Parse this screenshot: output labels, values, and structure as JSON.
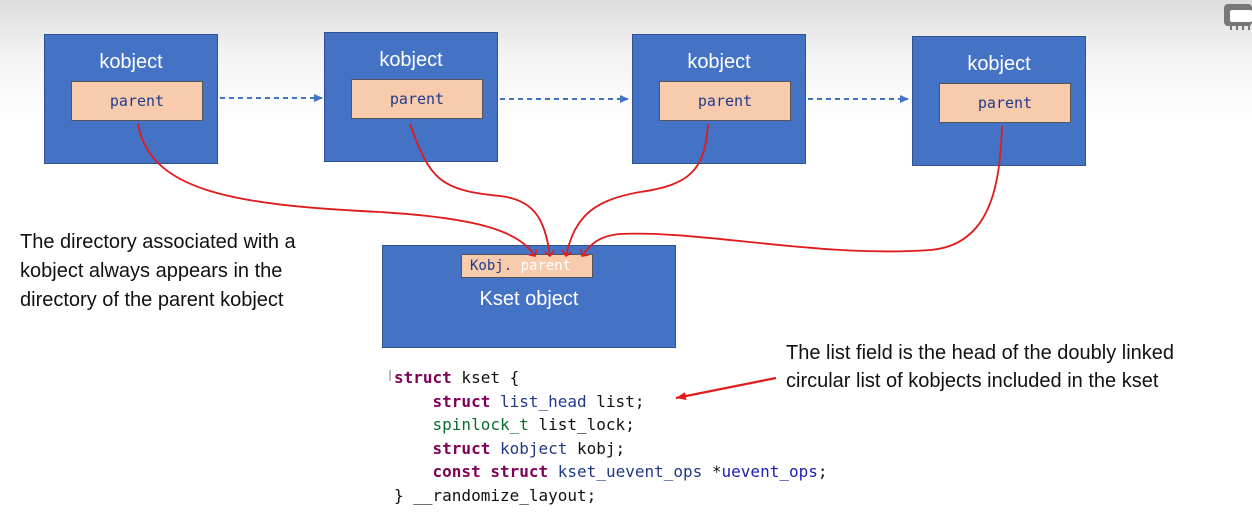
{
  "kobjects": [
    {
      "title": "kobject",
      "field": "parent"
    },
    {
      "title": "kobject",
      "field": "parent"
    },
    {
      "title": "kobject",
      "field": "parent"
    },
    {
      "title": "kobject",
      "field": "parent"
    }
  ],
  "kset": {
    "field_prefix": "Kobj.",
    "field_name": "parent",
    "title": "Kset object"
  },
  "note_left": "The directory associated with a kobject always appears in the directory of the parent kobject",
  "note_right": "The list field is the head of the doubly linked circular list of kobjects included in the kset",
  "code": {
    "line1": {
      "kw": "struct",
      "name": " kset {"
    },
    "line2": {
      "kw": "struct",
      "type": " list_head",
      "rest": " list;"
    },
    "line3": {
      "type": "spinlock_t",
      "rest": " list_lock;"
    },
    "line4": {
      "kw": "struct",
      "type": " kobject",
      "rest": " kobj;"
    },
    "line5": {
      "kw1": "const",
      "kw2": " struct",
      "type": " kset_uevent_ops",
      "rest": " *",
      "field": "uevent_ops",
      "end": ";"
    },
    "line6": {
      "text": "} __randomize_layout;"
    }
  },
  "colors": {
    "box_fill": "#4472c4",
    "field_fill": "#f8cbad",
    "link_arrow": "#4472c4",
    "parent_curve": "#e01b1b"
  },
  "icons": [
    "corner-logo-icon"
  ]
}
